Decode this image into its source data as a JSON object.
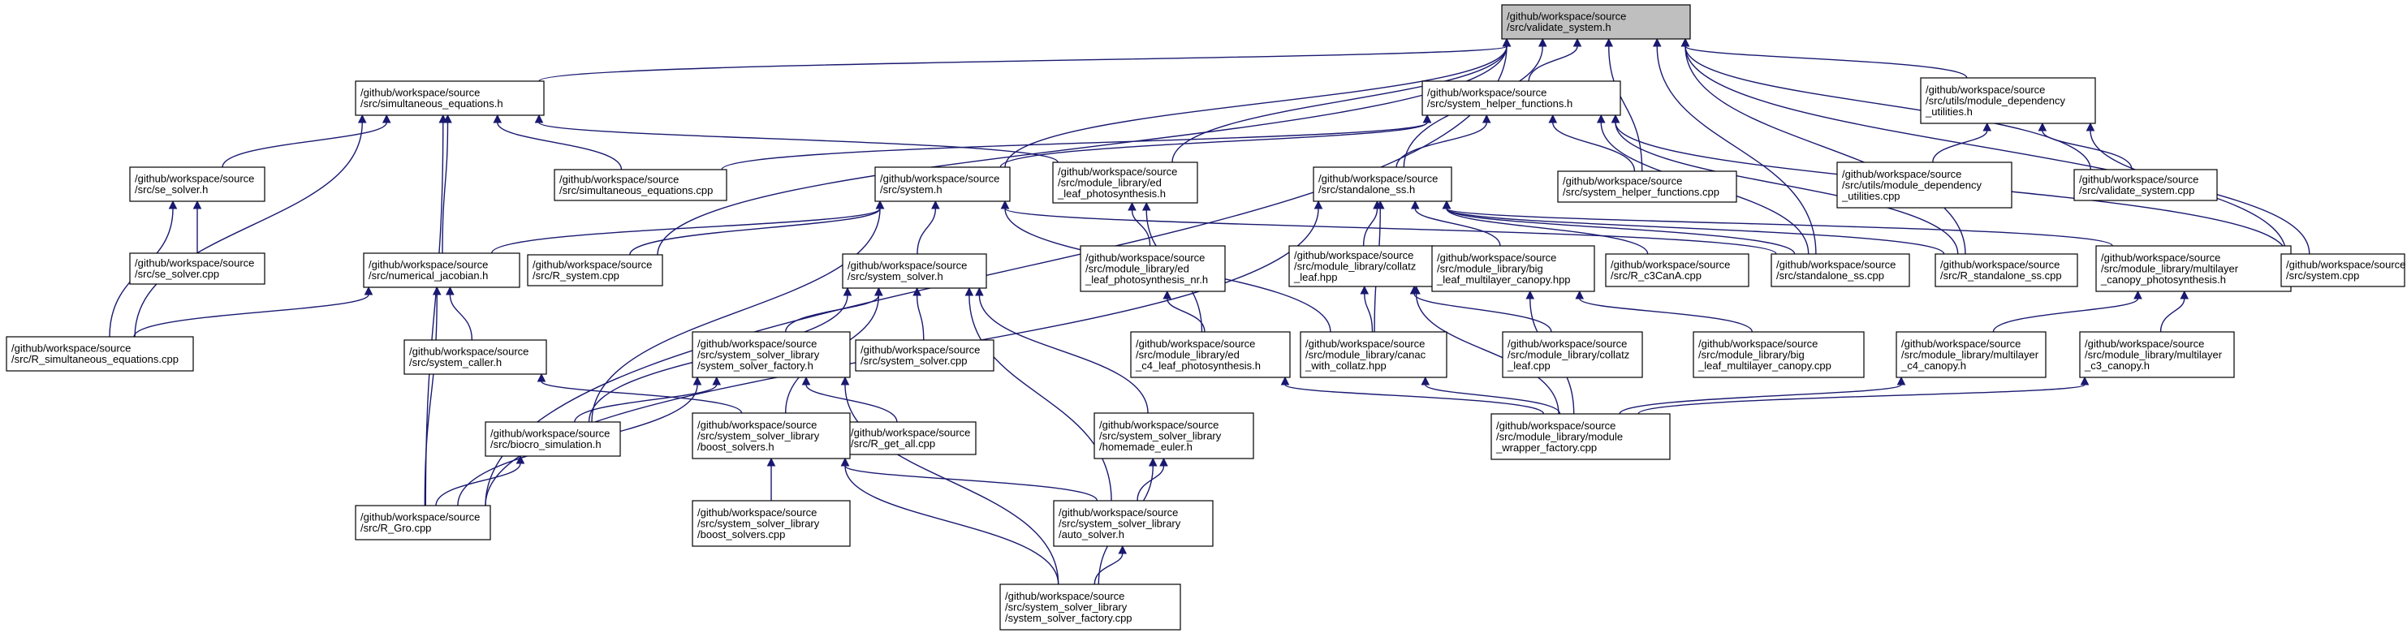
{
  "graph": {
    "type": "include-dependency-graph",
    "colors": {
      "edge": "#191970",
      "node_border": "#000000",
      "root_fill": "#bfbfbf",
      "node_fill": "#ffffff"
    },
    "nodes": [
      {
        "id": "validate_system_h",
        "lines": [
          "/github/workspace/source",
          "/src/validate_system.h"
        ],
        "root": true
      },
      {
        "id": "simultaneous_equations_h",
        "lines": [
          "/github/workspace/source",
          "/src/simultaneous_equations.h"
        ]
      },
      {
        "id": "system_helper_functions_h",
        "lines": [
          "/github/workspace/source",
          "/src/system_helper_functions.h"
        ]
      },
      {
        "id": "module_dependency_utilities_h",
        "lines": [
          "/github/workspace/source",
          "/src/utils/module_dependency",
          "_utilities.h"
        ]
      },
      {
        "id": "se_solver_h",
        "lines": [
          "/github/workspace/source",
          "/src/se_solver.h"
        ]
      },
      {
        "id": "simultaneous_equations_cpp",
        "lines": [
          "/github/workspace/source",
          "/src/simultaneous_equations.cpp"
        ]
      },
      {
        "id": "system_h",
        "lines": [
          "/github/workspace/source",
          "/src/system.h"
        ]
      },
      {
        "id": "ed_leaf_photosynthesis_h",
        "lines": [
          "/github/workspace/source",
          "/src/module_library/ed",
          "_leaf_photosynthesis.h"
        ]
      },
      {
        "id": "standalone_ss_h",
        "lines": [
          "/github/workspace/source",
          "/src/standalone_ss.h"
        ]
      },
      {
        "id": "system_helper_functions_cpp",
        "lines": [
          "/github/workspace/source",
          "/src/system_helper_functions.cpp"
        ]
      },
      {
        "id": "module_dependency_utilities_cpp",
        "lines": [
          "/github/workspace/source",
          "/src/utils/module_dependency",
          "_utilities.cpp"
        ]
      },
      {
        "id": "validate_system_cpp",
        "lines": [
          "/github/workspace/source",
          "/src/validate_system.cpp"
        ]
      },
      {
        "id": "se_solver_cpp",
        "lines": [
          "/github/workspace/source",
          "/src/se_solver.cpp"
        ]
      },
      {
        "id": "numerical_jacobian_h",
        "lines": [
          "/github/workspace/source",
          "/src/numerical_jacobian.h"
        ]
      },
      {
        "id": "R_system_cpp",
        "lines": [
          "/github/workspace/source",
          "/src/R_system.cpp"
        ]
      },
      {
        "id": "system_solver_h",
        "lines": [
          "/github/workspace/source",
          "/src/system_solver.h"
        ]
      },
      {
        "id": "ed_leaf_photosynthesis_nr_h",
        "lines": [
          "/github/workspace/source",
          "/src/module_library/ed",
          "_leaf_photosynthesis_nr.h"
        ]
      },
      {
        "id": "collatz_leaf_hpp",
        "lines": [
          "/github/workspace/source",
          "/src/module_library/collatz",
          "_leaf.hpp"
        ]
      },
      {
        "id": "big_leaf_multilayer_canopy_hpp",
        "lines": [
          "/github/workspace/source",
          "/src/module_library/big",
          "_leaf_multilayer_canopy.hpp"
        ]
      },
      {
        "id": "R_c3CanA_cpp",
        "lines": [
          "/github/workspace/source",
          "/src/R_c3CanA.cpp"
        ]
      },
      {
        "id": "standalone_ss_cpp",
        "lines": [
          "/github/workspace/source",
          "/src/standalone_ss.cpp"
        ]
      },
      {
        "id": "R_standalone_ss_cpp",
        "lines": [
          "/github/workspace/source",
          "/src/R_standalone_ss.cpp"
        ]
      },
      {
        "id": "multilayer_canopy_photosynthesis_h",
        "lines": [
          "/github/workspace/source",
          "/src/module_library/multilayer",
          "_canopy_photosynthesis.h"
        ]
      },
      {
        "id": "system_cpp",
        "lines": [
          "/github/workspace/source",
          "/src/system.cpp"
        ]
      },
      {
        "id": "R_simultaneous_equations_cpp",
        "lines": [
          "/github/workspace/source",
          "/src/R_simultaneous_equations.cpp"
        ]
      },
      {
        "id": "system_caller_h",
        "lines": [
          "/github/workspace/source",
          "/src/system_caller.h"
        ]
      },
      {
        "id": "system_solver_factory_h",
        "lines": [
          "/github/workspace/source",
          "/src/system_solver_library",
          "/system_solver_factory.h"
        ]
      },
      {
        "id": "system_solver_cpp",
        "lines": [
          "/github/workspace/source",
          "/src/system_solver.cpp"
        ]
      },
      {
        "id": "ed_c4_leaf_photosynthesis_h",
        "lines": [
          "/github/workspace/source",
          "/src/module_library/ed",
          "_c4_leaf_photosynthesis.h"
        ]
      },
      {
        "id": "canac_with_collatz_hpp",
        "lines": [
          "/github/workspace/source",
          "/src/module_library/canac",
          "_with_collatz.hpp"
        ]
      },
      {
        "id": "collatz_leaf_cpp",
        "lines": [
          "/github/workspace/source",
          "/src/module_library/collatz",
          "_leaf.cpp"
        ]
      },
      {
        "id": "big_leaf_multilayer_canopy_cpp",
        "lines": [
          "/github/workspace/source",
          "/src/module_library/big",
          "_leaf_multilayer_canopy.cpp"
        ]
      },
      {
        "id": "multilayer_c4_canopy_h",
        "lines": [
          "/github/workspace/source",
          "/src/module_library/multilayer",
          "_c4_canopy.h"
        ]
      },
      {
        "id": "multilayer_c3_canopy_h",
        "lines": [
          "/github/workspace/source",
          "/src/module_library/multilayer",
          "_c3_canopy.h"
        ]
      },
      {
        "id": "biocro_simulation_h",
        "lines": [
          "/github/workspace/source",
          "/src/biocro_simulation.h"
        ]
      },
      {
        "id": "R_get_all_cpp",
        "lines": [
          "/github/workspace/source",
          "/src/R_get_all.cpp"
        ]
      },
      {
        "id": "boost_solvers_h",
        "lines": [
          "/github/workspace/source",
          "/src/system_solver_library",
          "/boost_solvers.h"
        ]
      },
      {
        "id": "homemade_euler_h",
        "lines": [
          "/github/workspace/source",
          "/src/system_solver_library",
          "/homemade_euler.h"
        ]
      },
      {
        "id": "module_wrapper_factory_cpp",
        "lines": [
          "/github/workspace/source",
          "/src/module_library/module",
          "_wrapper_factory.cpp"
        ]
      },
      {
        "id": "R_Gro_cpp",
        "lines": [
          "/github/workspace/source",
          "/src/R_Gro.cpp"
        ]
      },
      {
        "id": "boost_solvers_cpp",
        "lines": [
          "/github/workspace/source",
          "/src/system_solver_library",
          "/boost_solvers.cpp"
        ]
      },
      {
        "id": "auto_solver_h",
        "lines": [
          "/github/workspace/source",
          "/src/system_solver_library",
          "/auto_solver.h"
        ]
      },
      {
        "id": "system_solver_factory_cpp",
        "lines": [
          "/github/workspace/source",
          "/src/system_solver_library",
          "/system_solver_factory.cpp"
        ]
      }
    ],
    "edges": [
      [
        "simultaneous_equations_h",
        "validate_system_h"
      ],
      [
        "system_helper_functions_h",
        "validate_system_h"
      ],
      [
        "module_dependency_utilities_h",
        "validate_system_h"
      ],
      [
        "system_h",
        "validate_system_h"
      ],
      [
        "ed_leaf_photosynthesis_h",
        "validate_system_h"
      ],
      [
        "standalone_ss_h",
        "validate_system_h"
      ],
      [
        "system_helper_functions_cpp",
        "validate_system_h"
      ],
      [
        "validate_system_cpp",
        "validate_system_h"
      ],
      [
        "R_system_cpp",
        "validate_system_h"
      ],
      [
        "standalone_ss_cpp",
        "validate_system_h"
      ],
      [
        "R_standalone_ss_cpp",
        "validate_system_h"
      ],
      [
        "system_cpp",
        "validate_system_h"
      ],
      [
        "R_Gro_cpp",
        "validate_system_h"
      ],
      [
        "se_solver_h",
        "simultaneous_equations_h"
      ],
      [
        "simultaneous_equations_cpp",
        "simultaneous_equations_h"
      ],
      [
        "numerical_jacobian_h",
        "simultaneous_equations_h"
      ],
      [
        "ed_leaf_photosynthesis_h",
        "simultaneous_equations_h"
      ],
      [
        "R_simultaneous_equations_cpp",
        "simultaneous_equations_h"
      ],
      [
        "R_Gro_cpp",
        "simultaneous_equations_h"
      ],
      [
        "simultaneous_equations_cpp",
        "system_helper_functions_h"
      ],
      [
        "system_h",
        "system_helper_functions_h"
      ],
      [
        "standalone_ss_h",
        "system_helper_functions_h"
      ],
      [
        "system_helper_functions_cpp",
        "system_helper_functions_h"
      ],
      [
        "standalone_ss_cpp",
        "system_helper_functions_h"
      ],
      [
        "R_standalone_ss_cpp",
        "system_helper_functions_h"
      ],
      [
        "system_cpp",
        "system_helper_functions_h"
      ],
      [
        "module_dependency_utilities_cpp",
        "module_dependency_utilities_h"
      ],
      [
        "validate_system_cpp",
        "module_dependency_utilities_h"
      ],
      [
        "system_cpp",
        "module_dependency_utilities_h"
      ],
      [
        "se_solver_cpp",
        "se_solver_h"
      ],
      [
        "R_simultaneous_equations_cpp",
        "se_solver_h"
      ],
      [
        "numerical_jacobian_h",
        "system_h"
      ],
      [
        "R_system_cpp",
        "system_h"
      ],
      [
        "system_solver_h",
        "system_h"
      ],
      [
        "biocro_simulation_h",
        "system_h"
      ],
      [
        "standalone_ss_cpp",
        "system_h"
      ],
      [
        "canac_with_collatz_hpp",
        "system_h"
      ],
      [
        "ed_leaf_photosynthesis_nr_h",
        "ed_leaf_photosynthesis_h"
      ],
      [
        "ed_c4_leaf_photosynthesis_h",
        "ed_leaf_photosynthesis_h"
      ],
      [
        "collatz_leaf_hpp",
        "standalone_ss_h"
      ],
      [
        "big_leaf_multilayer_canopy_hpp",
        "standalone_ss_h"
      ],
      [
        "R_c3CanA_cpp",
        "standalone_ss_h"
      ],
      [
        "standalone_ss_cpp",
        "standalone_ss_h"
      ],
      [
        "R_standalone_ss_cpp",
        "standalone_ss_h"
      ],
      [
        "multilayer_canopy_photosynthesis_h",
        "standalone_ss_h"
      ],
      [
        "canac_with_collatz_hpp",
        "standalone_ss_h"
      ],
      [
        "R_Gro_cpp",
        "standalone_ss_h"
      ],
      [
        "R_simultaneous_equations_cpp",
        "numerical_jacobian_h"
      ],
      [
        "system_caller_h",
        "numerical_jacobian_h"
      ],
      [
        "R_Gro_cpp",
        "numerical_jacobian_h"
      ],
      [
        "system_solver_factory_h",
        "system_solver_h"
      ],
      [
        "system_solver_cpp",
        "system_solver_h"
      ],
      [
        "homemade_euler_h",
        "system_solver_h"
      ],
      [
        "biocro_simulation_h",
        "system_solver_h"
      ],
      [
        "boost_solvers_h",
        "system_solver_h"
      ],
      [
        "auto_solver_h",
        "system_solver_h"
      ],
      [
        "ed_c4_leaf_photosynthesis_h",
        "ed_leaf_photosynthesis_nr_h"
      ],
      [
        "canac_with_collatz_hpp",
        "collatz_leaf_hpp"
      ],
      [
        "collatz_leaf_cpp",
        "collatz_leaf_hpp"
      ],
      [
        "module_wrapper_factory_cpp",
        "collatz_leaf_hpp"
      ],
      [
        "big_leaf_multilayer_canopy_cpp",
        "big_leaf_multilayer_canopy_hpp"
      ],
      [
        "module_wrapper_factory_cpp",
        "big_leaf_multilayer_canopy_hpp"
      ],
      [
        "multilayer_c4_canopy_h",
        "multilayer_canopy_photosynthesis_h"
      ],
      [
        "multilayer_c3_canopy_h",
        "multilayer_canopy_photosynthesis_h"
      ],
      [
        "boost_solvers_h",
        "system_caller_h"
      ],
      [
        "biocro_simulation_h",
        "system_solver_factory_h"
      ],
      [
        "R_get_all_cpp",
        "system_solver_factory_h"
      ],
      [
        "R_Gro_cpp",
        "system_solver_factory_h"
      ],
      [
        "system_solver_factory_cpp",
        "system_solver_factory_h"
      ],
      [
        "module_wrapper_factory_cpp",
        "ed_c4_leaf_photosynthesis_h"
      ],
      [
        "module_wrapper_factory_cpp",
        "canac_with_collatz_hpp"
      ],
      [
        "module_wrapper_factory_cpp",
        "multilayer_c4_canopy_h"
      ],
      [
        "module_wrapper_factory_cpp",
        "multilayer_c3_canopy_h"
      ],
      [
        "R_Gro_cpp",
        "biocro_simulation_h"
      ],
      [
        "boost_solvers_cpp",
        "boost_solvers_h"
      ],
      [
        "auto_solver_h",
        "boost_solvers_h"
      ],
      [
        "system_solver_factory_cpp",
        "boost_solvers_h"
      ],
      [
        "auto_solver_h",
        "homemade_euler_h"
      ],
      [
        "system_solver_factory_cpp",
        "homemade_euler_h"
      ],
      [
        "system_solver_factory_cpp",
        "auto_solver_h"
      ]
    ]
  }
}
